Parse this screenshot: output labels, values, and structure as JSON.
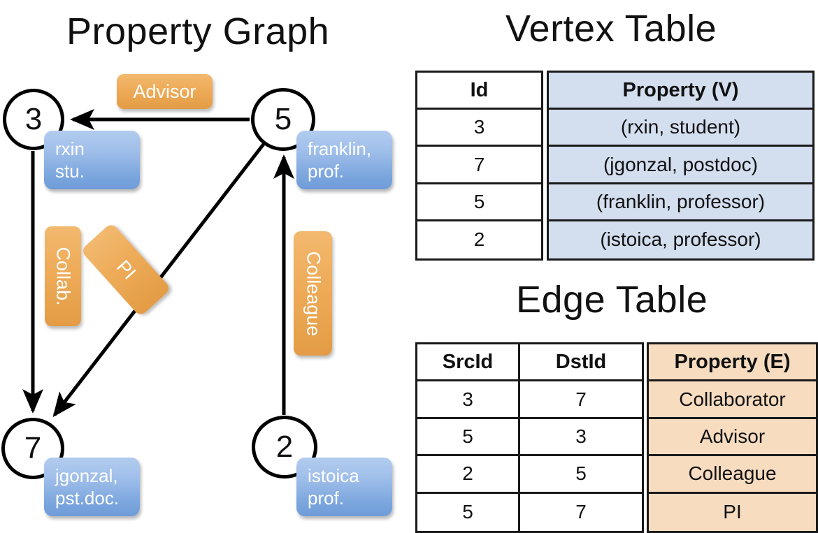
{
  "titles": {
    "property_graph": "Property Graph",
    "vertex_table": "Vertex Table",
    "edge_table": "Edge Table"
  },
  "graph": {
    "nodes": [
      {
        "id": "3",
        "property": [
          "rxin",
          "stu."
        ]
      },
      {
        "id": "5",
        "property": [
          "franklin,",
          "prof."
        ]
      },
      {
        "id": "7",
        "property": [
          "jgonzal,",
          "pst.doc."
        ]
      },
      {
        "id": "2",
        "property": [
          "istoica",
          "prof."
        ]
      }
    ],
    "edge_labels": [
      {
        "name": "advisor",
        "text": "Advisor",
        "from": "5",
        "to": "3"
      },
      {
        "name": "collab",
        "text": "Collab.",
        "from": "3",
        "to": "7"
      },
      {
        "name": "pi",
        "text": "PI",
        "from": "5",
        "to": "7"
      },
      {
        "name": "colleague",
        "text": "Colleague",
        "from": "2",
        "to": "5"
      }
    ]
  },
  "vertex_table": {
    "headers": [
      "Id",
      "Property (V)"
    ],
    "rows": [
      {
        "id": "3",
        "property": "(rxin, student)"
      },
      {
        "id": "7",
        "property": "(jgonzal, postdoc)"
      },
      {
        "id": "5",
        "property": "(franklin, professor)"
      },
      {
        "id": "2",
        "property": "(istoica, professor)"
      }
    ]
  },
  "edge_table": {
    "headers": [
      "SrcId",
      "DstId",
      "Property (E)"
    ],
    "rows": [
      {
        "src": "3",
        "dst": "7",
        "property": "Collaborator"
      },
      {
        "src": "5",
        "dst": "3",
        "property": "Advisor"
      },
      {
        "src": "2",
        "dst": "5",
        "property": "Colleague"
      },
      {
        "src": "5",
        "dst": "7",
        "property": "PI"
      }
    ]
  },
  "colors": {
    "vertex_property_fill": "#d3deef",
    "edge_property_fill": "#f7dcc0",
    "node_box_blue": "#7aa5dd",
    "edge_label_orange": "#eeab58",
    "stroke": "#1a1a1a"
  }
}
